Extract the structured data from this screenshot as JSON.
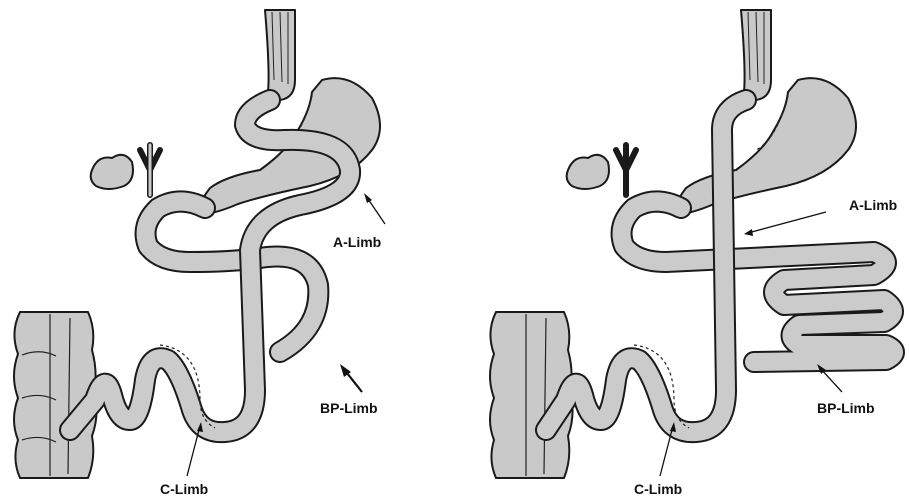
{
  "figure": {
    "left_panel": {
      "labels": {
        "a_limb": "A-Limb",
        "bp_limb": "BP-Limb",
        "c_limb": "C-Limb"
      }
    },
    "right_panel": {
      "labels": {
        "a_limb": "A-Limb",
        "bp_limb": "BP-Limb",
        "c_limb": "C-Limb"
      }
    }
  },
  "colors": {
    "organ_fill": "#c9c9c9",
    "outline": "#1a1a1a",
    "background": "#ffffff"
  }
}
